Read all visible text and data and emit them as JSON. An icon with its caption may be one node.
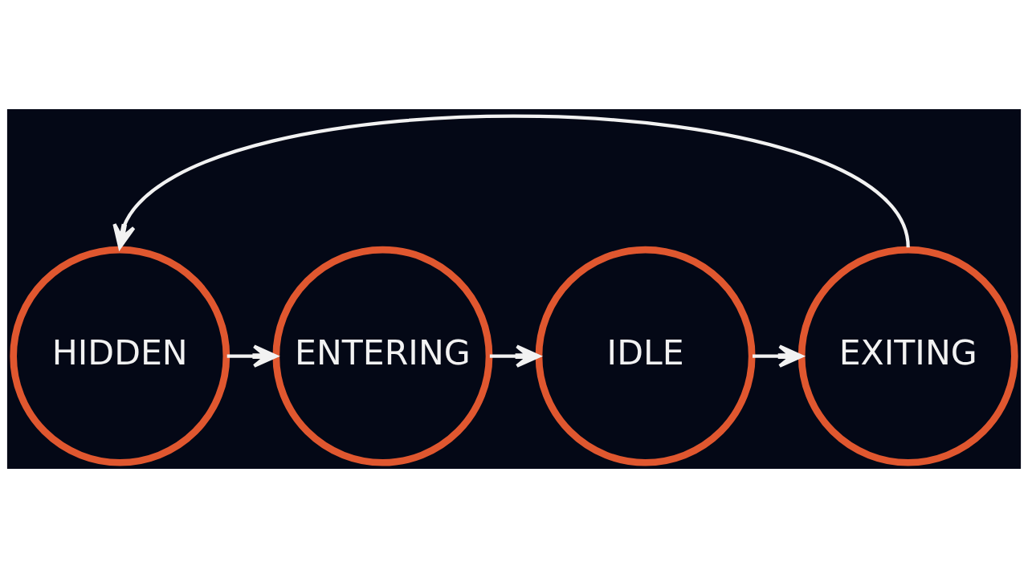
{
  "diagram": {
    "nodes": [
      {
        "text": [
          "HIDDEN"
        ]
      },
      {
        "text": [
          "ENTERING"
        ]
      },
      {
        "text": [
          "IDLE"
        ]
      },
      {
        "text": [
          "EXITING"
        ]
      }
    ],
    "edges": [
      {
        "from": 0,
        "to": 1,
        "arrow": "to"
      },
      {
        "from": 1,
        "to": 2,
        "arrow": "to"
      },
      {
        "from": 2,
        "to": 3,
        "arrow": "to"
      },
      {
        "from": 3,
        "to": 0,
        "arrow": "to"
      }
    ]
  }
}
